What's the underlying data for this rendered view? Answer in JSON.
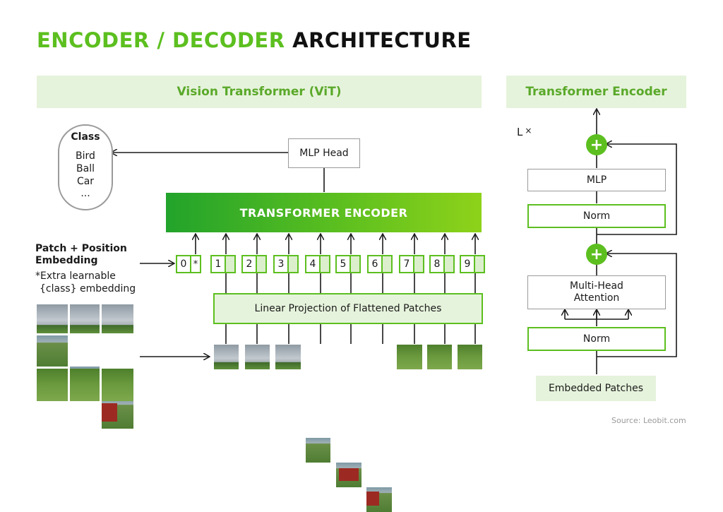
{
  "title": {
    "part1": "ENCODER",
    "sep": " / ",
    "part2": "DECODER",
    "part3": " ARCHITECTURE"
  },
  "vit": {
    "header": "Vision Transformer (ViT)",
    "class_box": {
      "title": "Class",
      "items": [
        "Bird",
        "Ball",
        "Car",
        "..."
      ]
    },
    "mlp_head": "MLP Head",
    "encoder": "TRANSFORMER ENCODER",
    "patch_label": {
      "line1": "Patch + Position",
      "line2": "Embedding",
      "note1": "*Extra learnable",
      "note2": "{class} embedding"
    },
    "tokens": [
      {
        "num": "0",
        "mark": "*"
      },
      {
        "num": "1",
        "mark": ""
      },
      {
        "num": "2",
        "mark": ""
      },
      {
        "num": "3",
        "mark": ""
      },
      {
        "num": "4",
        "mark": ""
      },
      {
        "num": "5",
        "mark": ""
      },
      {
        "num": "6",
        "mark": ""
      },
      {
        "num": "7",
        "mark": ""
      },
      {
        "num": "8",
        "mark": ""
      },
      {
        "num": "9",
        "mark": ""
      }
    ],
    "linear_projection": "Linear Projection of Flattened Patches"
  },
  "te": {
    "header": "Transformer Encoder",
    "repeat": "L",
    "repeat_mark": "×",
    "mlp": "MLP",
    "norm_top": "Norm",
    "attention_line1": "Multi-Head",
    "attention_line2": "Attention",
    "norm_bottom": "Norm",
    "input": "Embedded Patches",
    "plus_symbol": "+"
  },
  "source": "Source: Leobit.com",
  "colors": {
    "accent": "#5cbf1f",
    "header_bg": "#e6f3dc",
    "header_text": "#5aa92a"
  }
}
